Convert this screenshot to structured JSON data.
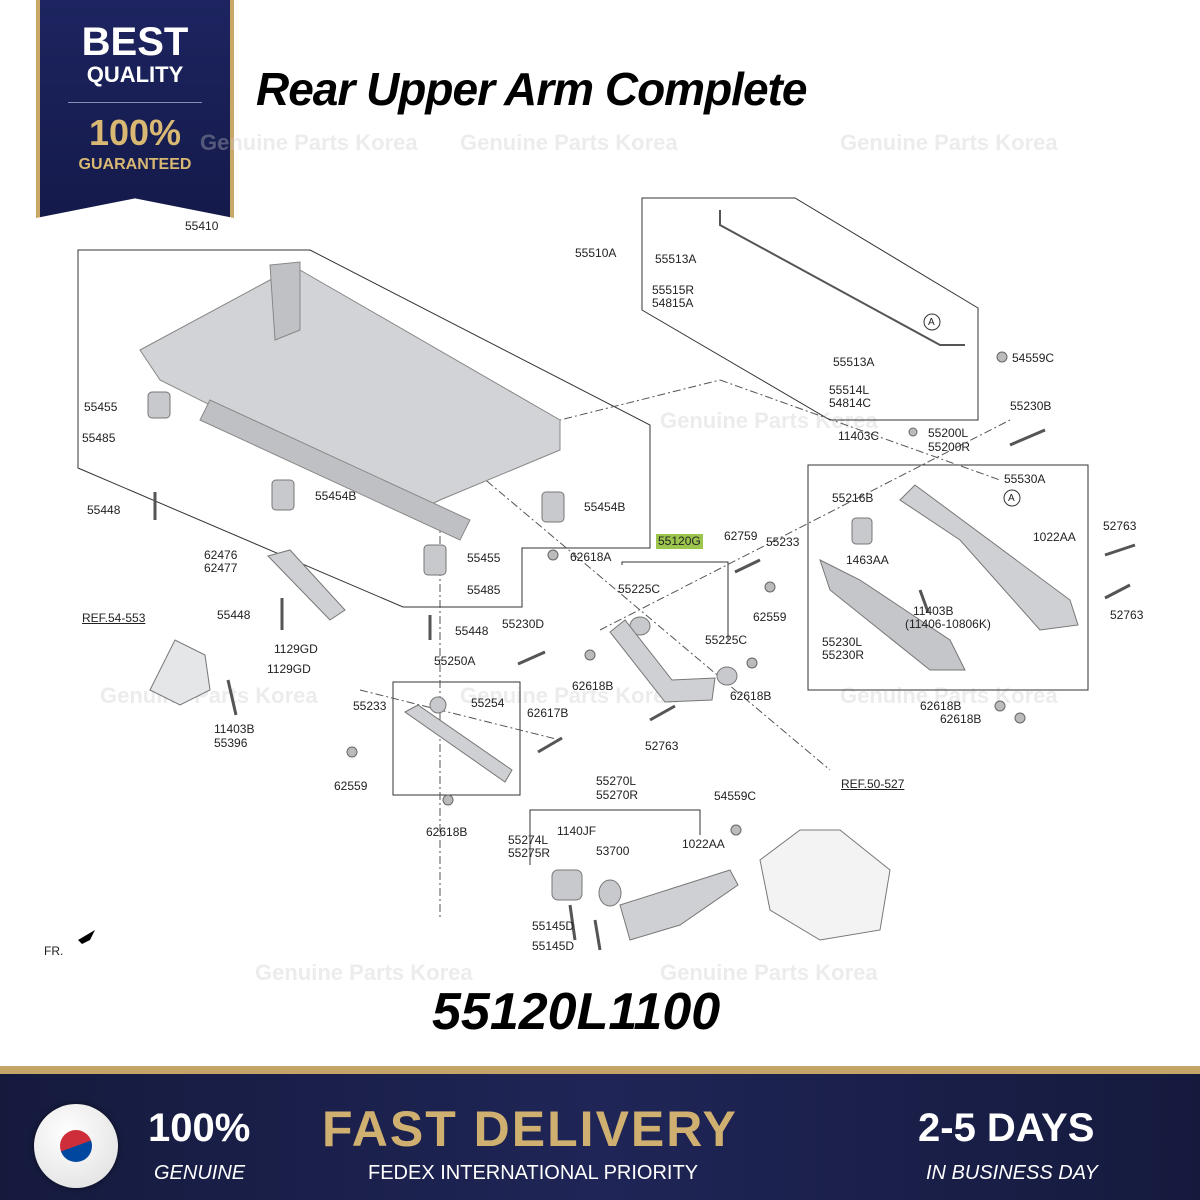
{
  "badge": {
    "line1": "BEST",
    "line2": "QUALITY",
    "line3": "100%",
    "line4": "GUARANTEED"
  },
  "title": "Rear Upper Arm Complete",
  "part_number": "55120L1100",
  "watermark": "Genuine Parts Korea",
  "highlight_color": "#9bc54c",
  "labels": [
    "55410",
    "55510A",
    "55513A",
    "55515R",
    "54815A",
    "54559C",
    "55513A",
    "55514L",
    "54814C",
    "55230B",
    "11403C",
    "55200L",
    "55200R",
    "55455",
    "55485",
    "55530A",
    "55216B",
    "55454B",
    "55454B",
    "55448",
    "52763",
    "1022AA",
    "55120G",
    "62759",
    "55233",
    "62476",
    "62477",
    "55455",
    "62618A",
    "55225C",
    "1463AA",
    "62559",
    "55448",
    "55485",
    "11403B",
    "(11406-10806K)",
    "52763",
    "REF.54-553",
    "55230D",
    "55448",
    "55225C",
    "55230L",
    "55230R",
    "1129GD",
    "55250A",
    "1129GD",
    "62618B",
    "62618B",
    "55254",
    "62617B",
    "55233",
    "62618B",
    "62618B",
    "11403B",
    "55396",
    "52763",
    "62559",
    "55270L",
    "55270R",
    "54559C",
    "REF.50-527",
    "62618B",
    "1140JF",
    "55274L",
    "55275R",
    "53700",
    "1022AA",
    "55145D",
    "55145D",
    "FR.",
    "A",
    "A"
  ],
  "banner": {
    "genuine_big": "100%",
    "genuine_small": "GENUINE",
    "delivery_big": "FAST DELIVERY",
    "delivery_small": "FEDEX INTERNATIONAL PRIORITY",
    "days_big": "2-5 DAYS",
    "days_small": "IN BUSINESS DAY"
  }
}
